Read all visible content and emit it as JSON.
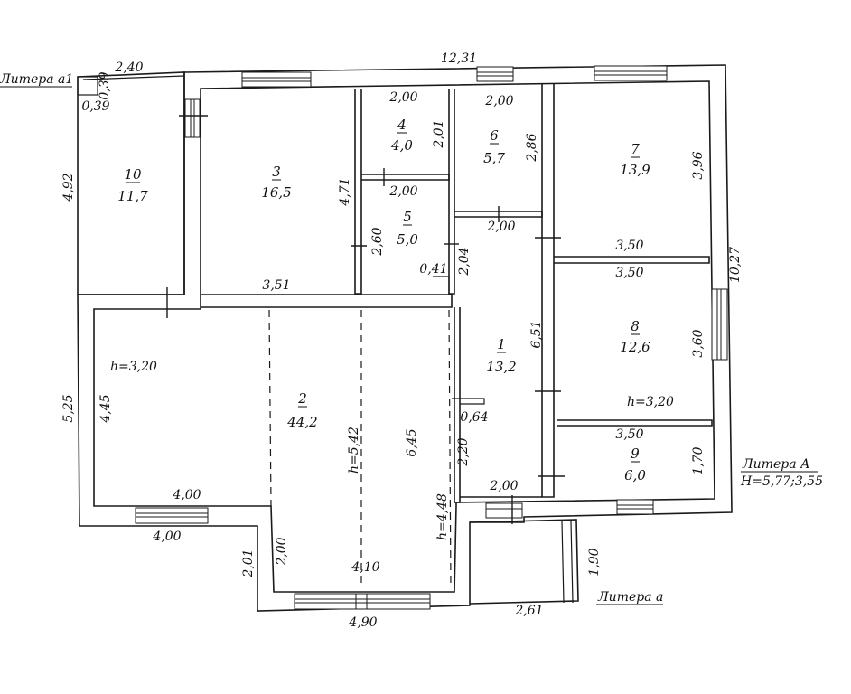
{
  "labels": {
    "litera_a1": "Литера а1",
    "litera_A": "Литера А",
    "litera_A_height": "H=5,77;3,55",
    "litera_a": "Литера а"
  },
  "rooms": [
    {
      "num": "10",
      "area": "11,7"
    },
    {
      "num": "3",
      "area": "16,5"
    },
    {
      "num": "4",
      "area": "4,0"
    },
    {
      "num": "5",
      "area": "5,0"
    },
    {
      "num": "6",
      "area": "5,7"
    },
    {
      "num": "7",
      "area": "13,9"
    },
    {
      "num": "8",
      "area": "12,6"
    },
    {
      "num": "9",
      "area": "6,0"
    },
    {
      "num": "1",
      "area": "13,2"
    },
    {
      "num": "2",
      "area": "44,2"
    }
  ],
  "heights": {
    "room2_left": "h=3,20",
    "room2_center": "h=5,42",
    "room2_right": "h=4,48",
    "room8": "h=3,20"
  },
  "dimensions": {
    "top_a1": "2,40",
    "top_total": "12,31",
    "a1_small_h": "0,39",
    "a1_small_w": "0,39",
    "a1_height": "4,92",
    "r3_height": "4,71",
    "r3_width": "3,51",
    "r4_top": "2,00",
    "r4_side": "2,01",
    "r4_bottom": "2,00",
    "r5_side": "2,60",
    "r5_small": "0,41",
    "r6_top": "2,00",
    "r6_side": "2,86",
    "r6_bottom": "2,00",
    "r1_upper": "2,04",
    "r7_side": "3,96",
    "r7_bottom": "3,50",
    "r8_top": "3,50",
    "r8_side": "3,60",
    "right_total": "10,27",
    "r9_top": "3,50",
    "r9_side": "1,70",
    "r1_side": "6,51",
    "r1_small": "0,64",
    "r1_lower": "2,20",
    "r1_bottom": "2,00",
    "left_total": "5,25",
    "r2_left": "4,45",
    "r2_bottom_inner": "4,00",
    "r2_bottom_outer": "4,00",
    "r2_right": "6,45",
    "step_side": "2,01",
    "step_inner": "2,00",
    "bottom_inner": "4,10",
    "bottom_outer": "4,90",
    "porch_side": "1,90",
    "porch_width": "2,61"
  }
}
